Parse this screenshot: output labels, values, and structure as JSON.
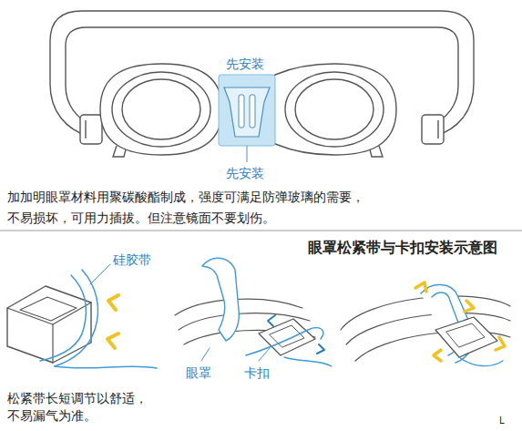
{
  "diagram": {
    "title": "眼罩松紧带与卡扣安装示意图",
    "labels": [
      "先安装",
      "先安装",
      "加加明眼罩材料用聚碳酸酯制成，强度可满足防弹玻璃的需要， 不易损坏，可用力插拔。但注意镜面不要划伤。",
      "硅胶带",
      "眼罩",
      "卡扣",
      "松紧带长短调节以舒适， 不易漏气为准。",
      "L"
    ]
  }
}
